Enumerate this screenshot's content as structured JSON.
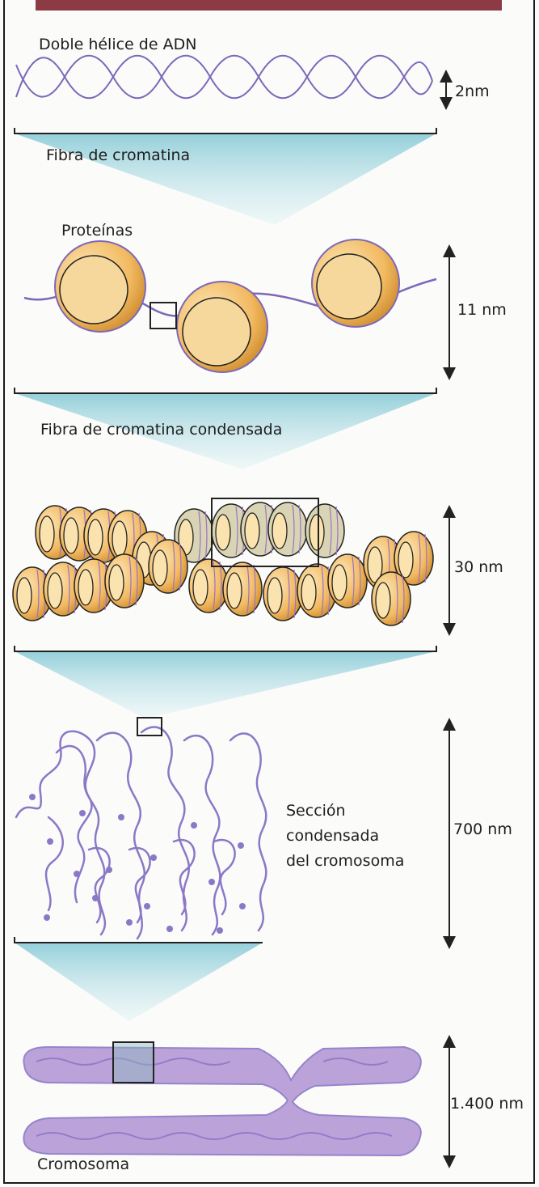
{
  "levels": {
    "dna": {
      "title": "Doble hélice de ADN",
      "size": "2nm"
    },
    "fiber": {
      "title": "Fibra de cromatina",
      "annotation": "Proteínas",
      "size": "11 nm"
    },
    "condensed_fiber": {
      "title": "Fibra de cromatina condensada",
      "size": "30 nm"
    },
    "section": {
      "line1": "Sección",
      "line2": "condensada",
      "line3": "del cromosoma",
      "size": "700 nm"
    },
    "chromosome": {
      "title": "Cromosoma",
      "size": "1.400 nm"
    }
  },
  "colors": {
    "header_bar": "#8c3b45",
    "funnel": "#9fd3dc",
    "dna_strand": "#7d68b8",
    "nucleosome": "#eeb35a",
    "chromosome": "#b59ad6"
  }
}
